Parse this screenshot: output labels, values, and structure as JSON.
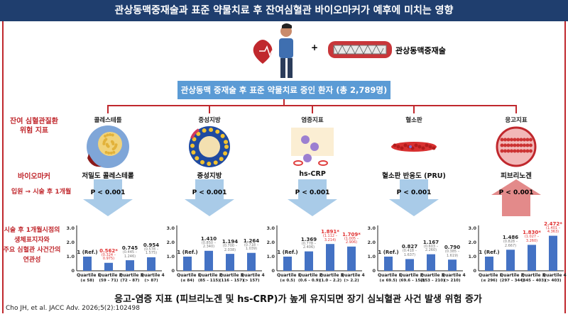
{
  "title": "관상동맥중재술과 표준 약물치료 후 잔여심혈관 바이오마커가 예후에 미치는 영향",
  "plus": "+",
  "stent_label": "관상동맥중재술",
  "population": "관상동맥 중재술 후 표준 약물치료 중인 환자 (총 2,789명)",
  "left_labels": {
    "risk": "잔여 심혈관질환\n위험 지표",
    "biomarker": "바이오마커",
    "timing": "입원 → 시술 후 1개월",
    "association": "시술 후 1개월시점의\n생체표지자와\n주요 심혈관 사건간의\n연관성"
  },
  "colors": {
    "bar": "#4472c4",
    "sig": "#e03030",
    "down": "#a9cbe8",
    "up": "#e38a8a",
    "frame": "#c0282d"
  },
  "categories": [
    {
      "category": "콜레스테롤",
      "biomarker": "저밀도 콜레스테롤",
      "p": "P < 0.001",
      "direction": "down"
    },
    {
      "category": "중성지방",
      "biomarker": "중성지방",
      "p": "P < 0.001",
      "direction": "down"
    },
    {
      "category": "염증지표",
      "biomarker": "hs-CRP",
      "p": "P < 0.001",
      "direction": "down"
    },
    {
      "category": "혈소판",
      "biomarker": "혈소판 반응도 (PRU)",
      "p": "P < 0.001",
      "direction": "down"
    },
    {
      "category": "응고지표",
      "biomarker": "피브리노겐",
      "p": "P < 0.001",
      "direction": "up"
    }
  ],
  "chart_data": [
    {
      "type": "bar",
      "ylim": [
        0,
        3
      ],
      "yticks": [
        "0",
        "1.0",
        "2.0",
        "3.0"
      ],
      "categories": [
        "Quartile 1",
        "Quartile 2",
        "Quartile 3",
        "Quartile 4"
      ],
      "ranges": [
        "(≤ 58)",
        "(59 – 71)",
        "(72 – 87)",
        "(> 87)"
      ],
      "values": [
        1,
        0.562,
        0.745,
        0.954
      ],
      "labels": [
        "1 (Ref.)",
        "0.562*",
        "0.745",
        "0.954"
      ],
      "ci": [
        "",
        "(0.324 – 0.975)",
        "(0.445 – 1.246)",
        "(0.578 – 1.575)"
      ],
      "significant": [
        false,
        true,
        false,
        false
      ]
    },
    {
      "type": "bar",
      "ylim": [
        0,
        3
      ],
      "yticks": [
        "0",
        "1.0",
        "2.0",
        "3.0"
      ],
      "categories": [
        "Quartile 1",
        "Quartile 2",
        "Quartile 3",
        "Quartile 4"
      ],
      "ranges": [
        "(≤ 84)",
        "(85 – 115)",
        "(116 – 157)",
        "(> 157)"
      ],
      "values": [
        1,
        1.41,
        1.194,
        1.264
      ],
      "labels": [
        "1 (Ref.)",
        "1.410",
        "1.194",
        "1.264"
      ],
      "ci": [
        "",
        "(0.850 – 2.340)",
        "(0.700 – 2.038)",
        "(0.718 – 1.039)"
      ],
      "significant": [
        false,
        false,
        false,
        false
      ]
    },
    {
      "type": "bar",
      "ylim": [
        0,
        3
      ],
      "yticks": [
        "0",
        "1.0",
        "2.0",
        "3.0"
      ],
      "categories": [
        "Quartile 1",
        "Quartile 2",
        "Quartile 3",
        "Quartile 4"
      ],
      "ranges": [
        "(≤ 0.5)",
        "(0.6 – 0.9)",
        "(1.0 – 2.2)",
        "(> 2.2)"
      ],
      "values": [
        1,
        1.369,
        1.891,
        1.709
      ],
      "labels": [
        "1 (Ref.)",
        "1.369",
        "1.891*",
        "1.709*"
      ],
      "ci": [
        "",
        "(0.778 – 2.406)",
        "(1.112 – 3.214)",
        "(1.005 – 2.906)"
      ],
      "significant": [
        false,
        false,
        true,
        true
      ]
    },
    {
      "type": "bar",
      "ylim": [
        0,
        3
      ],
      "yticks": [
        "0",
        "1.0",
        "2.0",
        "3.0"
      ],
      "categories": [
        "Quartile 1",
        "Quartile 2",
        "Quartile 3",
        "Quartile 4"
      ],
      "ranges": [
        "(≤ 69.5)",
        "(69.6 – 152)",
        "(153 – 210)",
        "(> 210)"
      ],
      "values": [
        1,
        0.827,
        1.167,
        0.79
      ],
      "labels": [
        "1 (Ref.)",
        "0.827",
        "1.167",
        "0.790"
      ],
      "ci": [
        "",
        "(0.418 – 1.637)",
        "(0.603 – 2.260)",
        "(0.385 – 1.619)"
      ],
      "significant": [
        false,
        false,
        false,
        false
      ]
    },
    {
      "type": "bar",
      "ylim": [
        0,
        3
      ],
      "yticks": [
        "0",
        "1.0",
        "2.0",
        "3.0"
      ],
      "categories": [
        "Quartile 1",
        "Quartile 2",
        "Quartile 3",
        "Quartile 4"
      ],
      "ranges": [
        "(≤ 296)",
        "(297 – 344)",
        "(345 – 403)",
        "(> 403)"
      ],
      "values": [
        1,
        1.486,
        1.83,
        2.472
      ],
      "labels": [
        "1 (Ref.)",
        "1.486",
        "1.830*",
        "2.472*"
      ],
      "ci": [
        "",
        "(0.828 – 2.667)",
        "(1.027 – 3.260)",
        "(1.401 – 4.363)"
      ],
      "significant": [
        false,
        false,
        true,
        true
      ]
    }
  ],
  "conclusion": "응고-염증 지표 (피브리노겐 및 hs-CRP)가 높게 유지되면 장기 심뇌혈관 사건 발생 위험 증가",
  "citation": "Cho JH, et al. JACC Adv. 2026;5(2):102498"
}
